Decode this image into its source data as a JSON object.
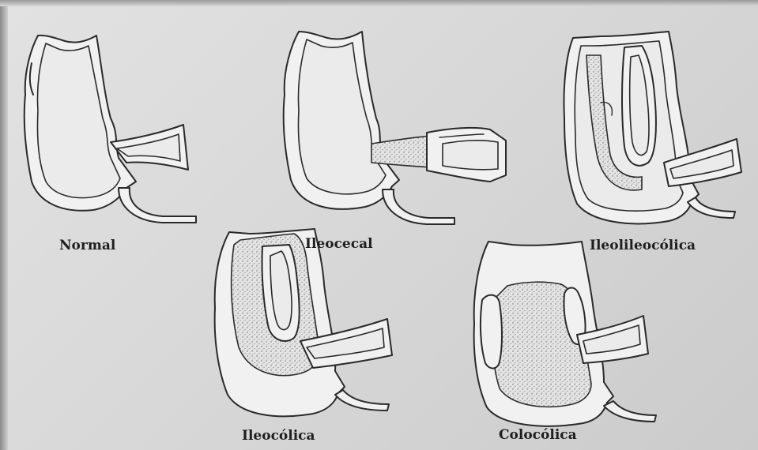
{
  "labels": {
    "normal": "Normal",
    "ileocecal": "Ileocecal",
    "ileoileocolica": "Ileolileocólica",
    "ileocolica": "Ileocólica",
    "colocolica": "Colocólica"
  }
}
